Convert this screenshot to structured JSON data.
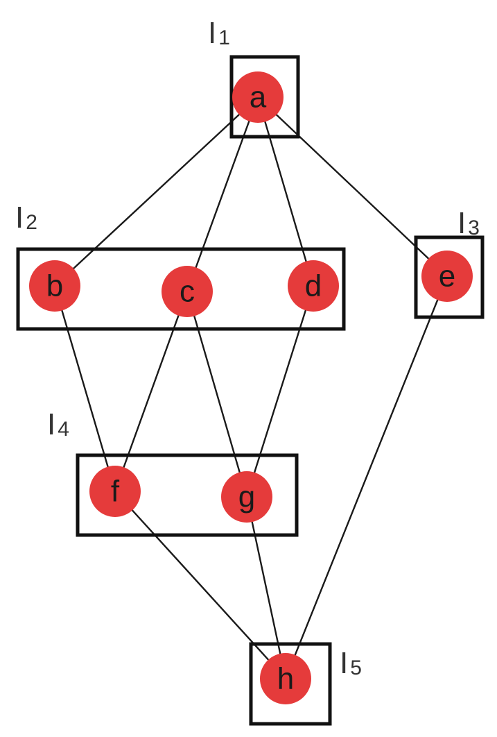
{
  "colors": {
    "node_fill": "#e53b3b",
    "edge": "#1a1a1a",
    "box": "#111111",
    "text": "#1a1a1a"
  },
  "groups": [
    {
      "id": "I1",
      "label": "I",
      "sub": "1",
      "members": [
        "a"
      ]
    },
    {
      "id": "I2",
      "label": "I",
      "sub": "2",
      "members": [
        "b",
        "c",
        "d"
      ]
    },
    {
      "id": "I3",
      "label": "I",
      "sub": "3",
      "members": [
        "e"
      ]
    },
    {
      "id": "I4",
      "label": "I",
      "sub": "4",
      "members": [
        "f",
        "g"
      ]
    },
    {
      "id": "I5",
      "label": "I",
      "sub": "5",
      "members": [
        "h"
      ]
    }
  ],
  "nodes": [
    {
      "id": "a",
      "label": "a"
    },
    {
      "id": "b",
      "label": "b"
    },
    {
      "id": "c",
      "label": "c"
    },
    {
      "id": "d",
      "label": "d"
    },
    {
      "id": "e",
      "label": "e"
    },
    {
      "id": "f",
      "label": "f"
    },
    {
      "id": "g",
      "label": "g"
    },
    {
      "id": "h",
      "label": "h"
    }
  ],
  "edges": [
    [
      "a",
      "b"
    ],
    [
      "a",
      "c"
    ],
    [
      "a",
      "d"
    ],
    [
      "a",
      "e"
    ],
    [
      "b",
      "f"
    ],
    [
      "c",
      "f"
    ],
    [
      "c",
      "g"
    ],
    [
      "d",
      "g"
    ],
    [
      "e",
      "h"
    ],
    [
      "f",
      "h"
    ],
    [
      "g",
      "h"
    ]
  ]
}
